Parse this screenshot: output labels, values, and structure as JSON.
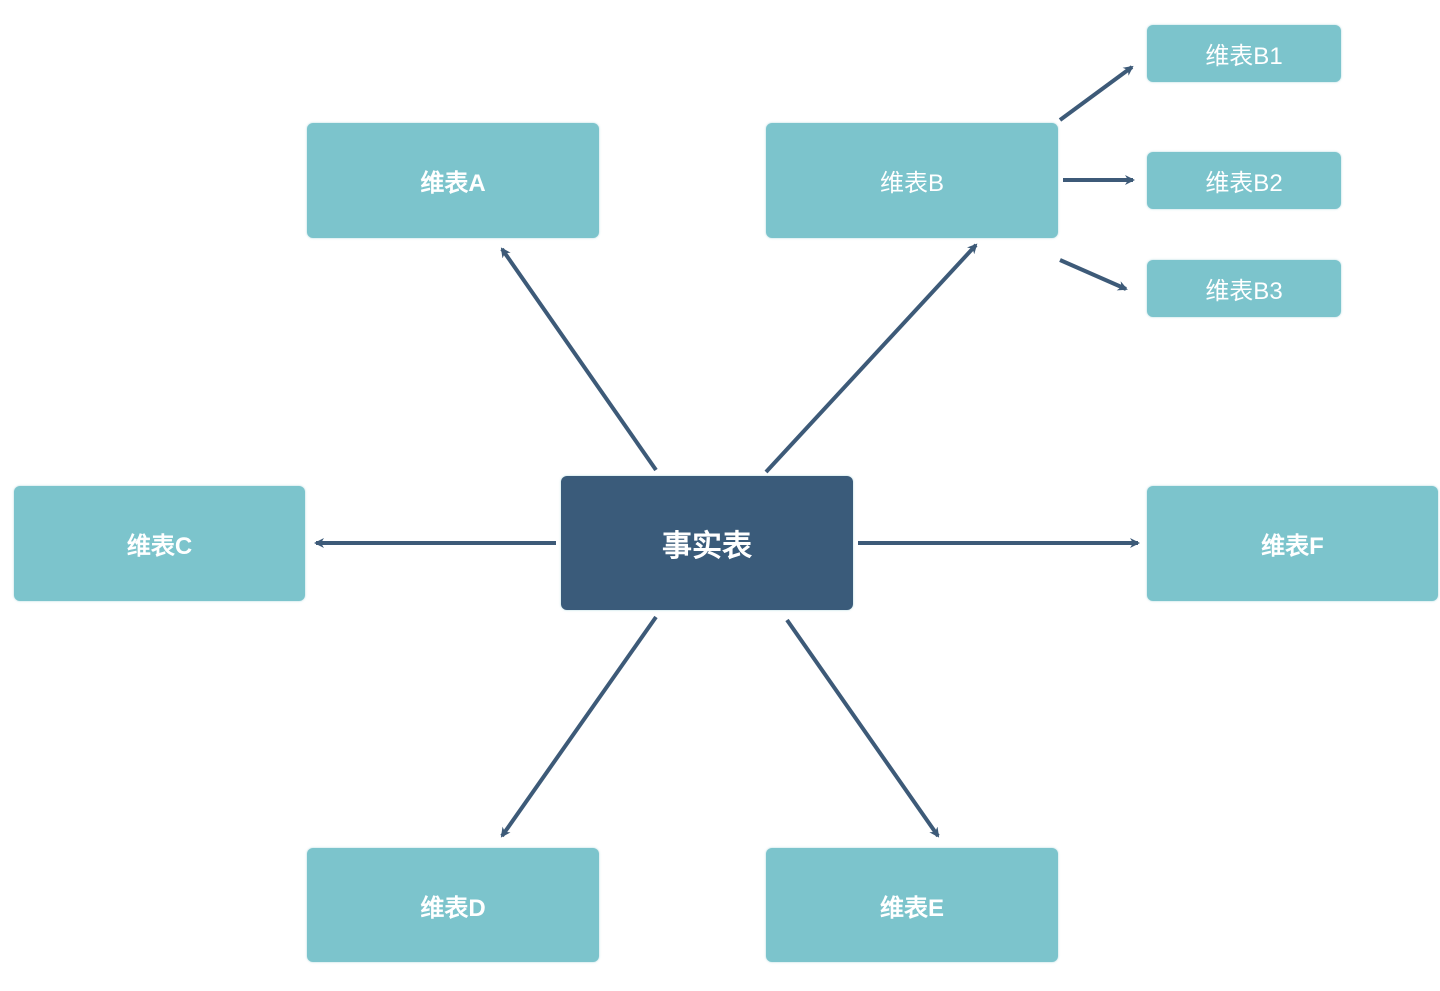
{
  "diagram": {
    "center": {
      "label": "事实表"
    },
    "dimensions": {
      "a": {
        "label": "维表A"
      },
      "b": {
        "label": "维表B"
      },
      "b1": {
        "label": "维表B1"
      },
      "b2": {
        "label": "维表B2"
      },
      "b3": {
        "label": "维表B3"
      },
      "c": {
        "label": "维表C"
      },
      "d": {
        "label": "维表D"
      },
      "e": {
        "label": "维表E"
      },
      "f": {
        "label": "维表F"
      }
    },
    "edges": [
      {
        "from": "事实表",
        "to": "维表A"
      },
      {
        "from": "事实表",
        "to": "维表B"
      },
      {
        "from": "事实表",
        "to": "维表C"
      },
      {
        "from": "事实表",
        "to": "维表D"
      },
      {
        "from": "事实表",
        "to": "维表E"
      },
      {
        "from": "事实表",
        "to": "维表F"
      },
      {
        "from": "维表B",
        "to": "维表B1"
      },
      {
        "from": "维表B",
        "to": "维表B2"
      },
      {
        "from": "维表B",
        "to": "维表B3"
      }
    ],
    "colors": {
      "dimension": "#7cc4cc",
      "fact": "#3a5b7a",
      "arrow": "#3d5a78"
    }
  }
}
